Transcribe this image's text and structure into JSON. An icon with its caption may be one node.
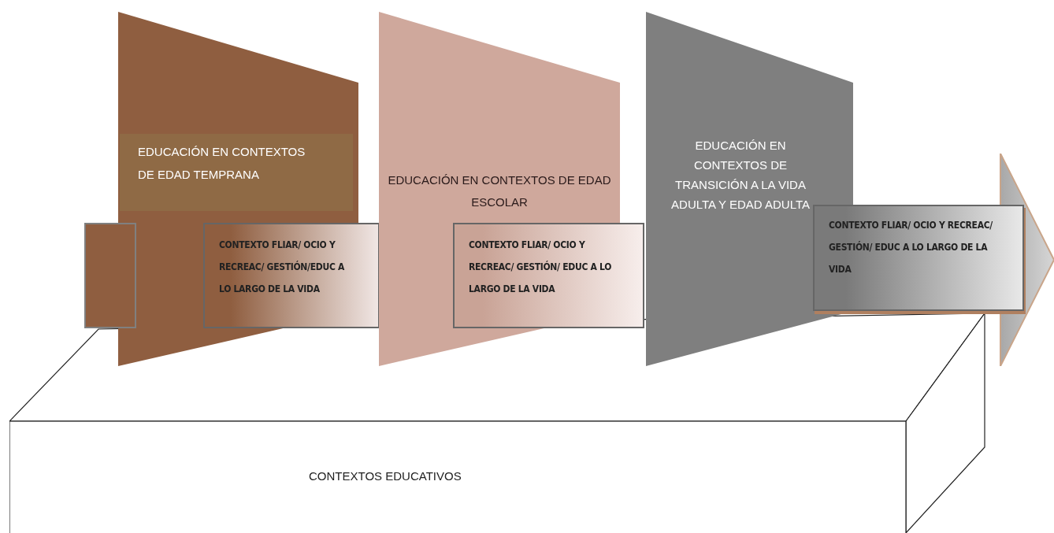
{
  "diagram": {
    "nodes": [
      {
        "text": [
          "CONTEXTOS EDUCATIVOS"
        ]
      },
      {
        "text": [
          "EDUCACIÓN EN CONTEXTOS DE EDAD TEMPRANA"
        ]
      },
      {
        "text": [],
        "shape": "box"
      },
      {
        "text": [
          "CONTEXTO FLIAR/ OCIO Y RECREAC/ GESTIÓN/EDUC A LO LARGO DE LA VIDA"
        ]
      },
      {
        "text": [
          "EDUCACIÓN EN CONTEXTOS DE EDAD ESCOLAR"
        ]
      },
      {
        "text": [
          "CONTEXTO FLIAR/ OCIO Y RECREAC/ GESTIÓN/ EDUC A LO LARGO DE LA VIDA"
        ]
      },
      {
        "text": [
          "EDUCACIÓN EN CONTEXTOS DE TRANSICIÓN A LA VIDA ADULTA Y EDAD ADULTA"
        ]
      },
      {
        "text": [
          "CONTEXTO FLIAR/ OCIO Y RECREAC/ GESTIÓN/ EDUC A LO LARGO DE LA VIDA"
        ]
      },
      {
        "text": [],
        "shape": "arrow"
      }
    ]
  }
}
